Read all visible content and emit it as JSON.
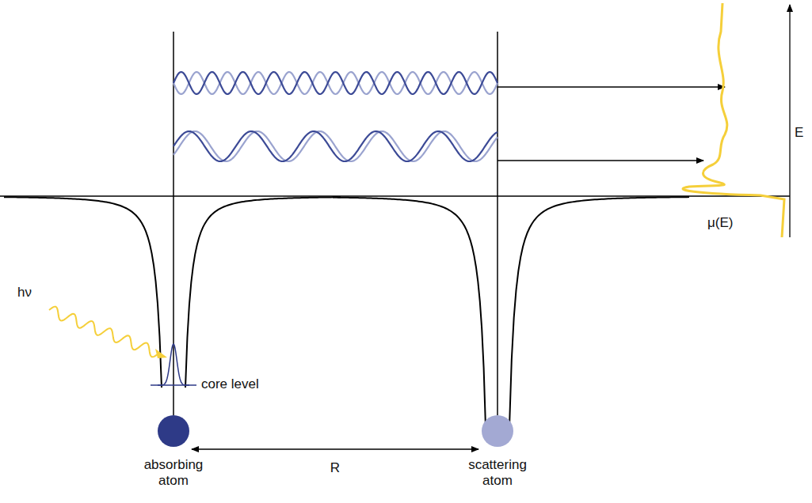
{
  "diagram": {
    "labels": [
      "hν",
      "core level",
      "absorbing atom",
      "R",
      "scattering atom",
      "E",
      "μ(E)"
    ]
  }
}
